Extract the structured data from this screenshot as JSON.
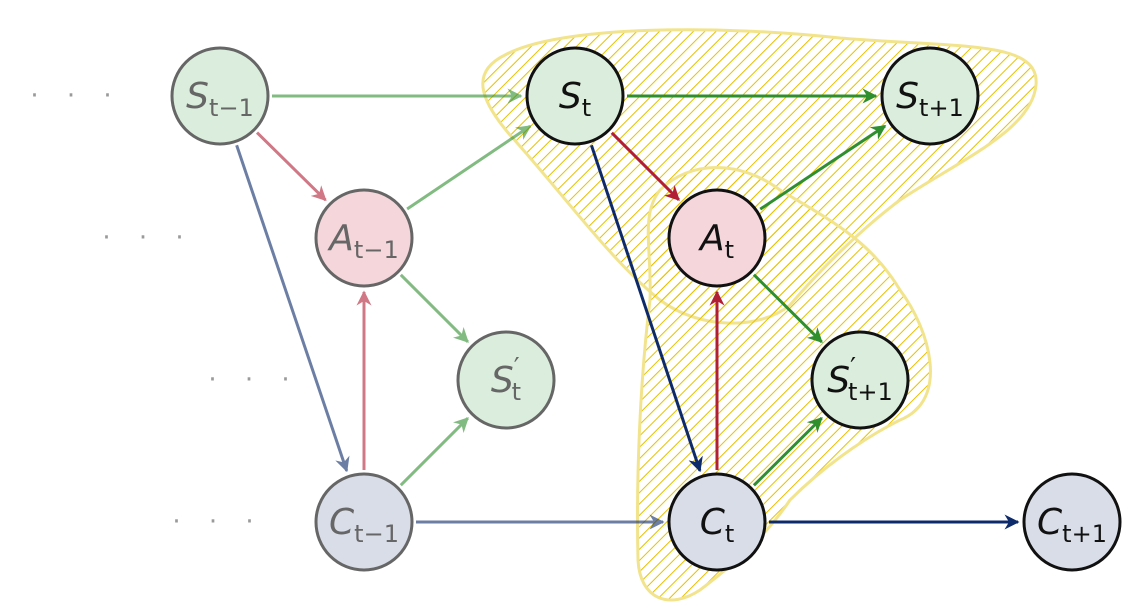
{
  "colors": {
    "state_fill": "#dbeedd",
    "action_fill": "#f4d6db",
    "context_fill": "#d8dde8",
    "edge_green": "#2f8f2f",
    "edge_red": "#b11f35",
    "edge_blue": "#0d2a6b",
    "hatch": "#e6c200",
    "region_outline": "#f2e48c"
  },
  "nodes": [
    {
      "id": "s_prev",
      "base": "S",
      "prime": "",
      "sub": "t−1",
      "kind": "state",
      "faded": true
    },
    {
      "id": "a_prev",
      "base": "A",
      "prime": "",
      "sub": "t−1",
      "kind": "action",
      "faded": true
    },
    {
      "id": "sp_t",
      "base": "S",
      "prime": "′",
      "sub": "t",
      "kind": "state",
      "faded": true
    },
    {
      "id": "c_prev",
      "base": "C",
      "prime": "",
      "sub": "t−1",
      "kind": "context",
      "faded": true
    },
    {
      "id": "s_t",
      "base": "S",
      "prime": "",
      "sub": "t",
      "kind": "state",
      "faded": false
    },
    {
      "id": "s_next",
      "base": "S",
      "prime": "",
      "sub": "t+1",
      "kind": "state",
      "faded": false
    },
    {
      "id": "a_t",
      "base": "A",
      "prime": "",
      "sub": "t",
      "kind": "action",
      "faded": false
    },
    {
      "id": "sp_next",
      "base": "S",
      "prime": "′",
      "sub": "t+1",
      "kind": "state",
      "faded": false
    },
    {
      "id": "c_t",
      "base": "C",
      "prime": "",
      "sub": "t",
      "kind": "context",
      "faded": false
    },
    {
      "id": "c_next",
      "base": "C",
      "prime": "",
      "sub": "t+1",
      "kind": "context",
      "faded": false
    }
  ],
  "edges": [
    {
      "from": "s_prev",
      "to": "s_t",
      "color": "green",
      "faded": true
    },
    {
      "from": "s_prev",
      "to": "a_prev",
      "color": "red",
      "faded": true
    },
    {
      "from": "s_prev",
      "to": "c_prev",
      "color": "blue",
      "faded": true
    },
    {
      "from": "a_prev",
      "to": "s_t",
      "color": "green",
      "faded": true
    },
    {
      "from": "a_prev",
      "to": "sp_t",
      "color": "green",
      "faded": true
    },
    {
      "from": "c_prev",
      "to": "a_prev",
      "color": "red",
      "faded": true
    },
    {
      "from": "c_prev",
      "to": "sp_t",
      "color": "green",
      "faded": true
    },
    {
      "from": "c_prev",
      "to": "c_t",
      "color": "blue",
      "faded": true
    },
    {
      "from": "s_t",
      "to": "s_next",
      "color": "green",
      "faded": false
    },
    {
      "from": "s_t",
      "to": "a_t",
      "color": "red",
      "faded": false
    },
    {
      "from": "s_t",
      "to": "c_t",
      "color": "blue",
      "faded": false
    },
    {
      "from": "a_t",
      "to": "s_next",
      "color": "green",
      "faded": false
    },
    {
      "from": "a_t",
      "to": "sp_next",
      "color": "green",
      "faded": false
    },
    {
      "from": "c_t",
      "to": "a_t",
      "color": "red",
      "faded": false
    },
    {
      "from": "c_t",
      "to": "sp_next",
      "color": "green",
      "faded": false
    },
    {
      "from": "c_t",
      "to": "c_next",
      "color": "blue",
      "faded": false
    }
  ],
  "ellipses": [
    "· · ·",
    "· · ·",
    "· · ·",
    "· · ·"
  ]
}
